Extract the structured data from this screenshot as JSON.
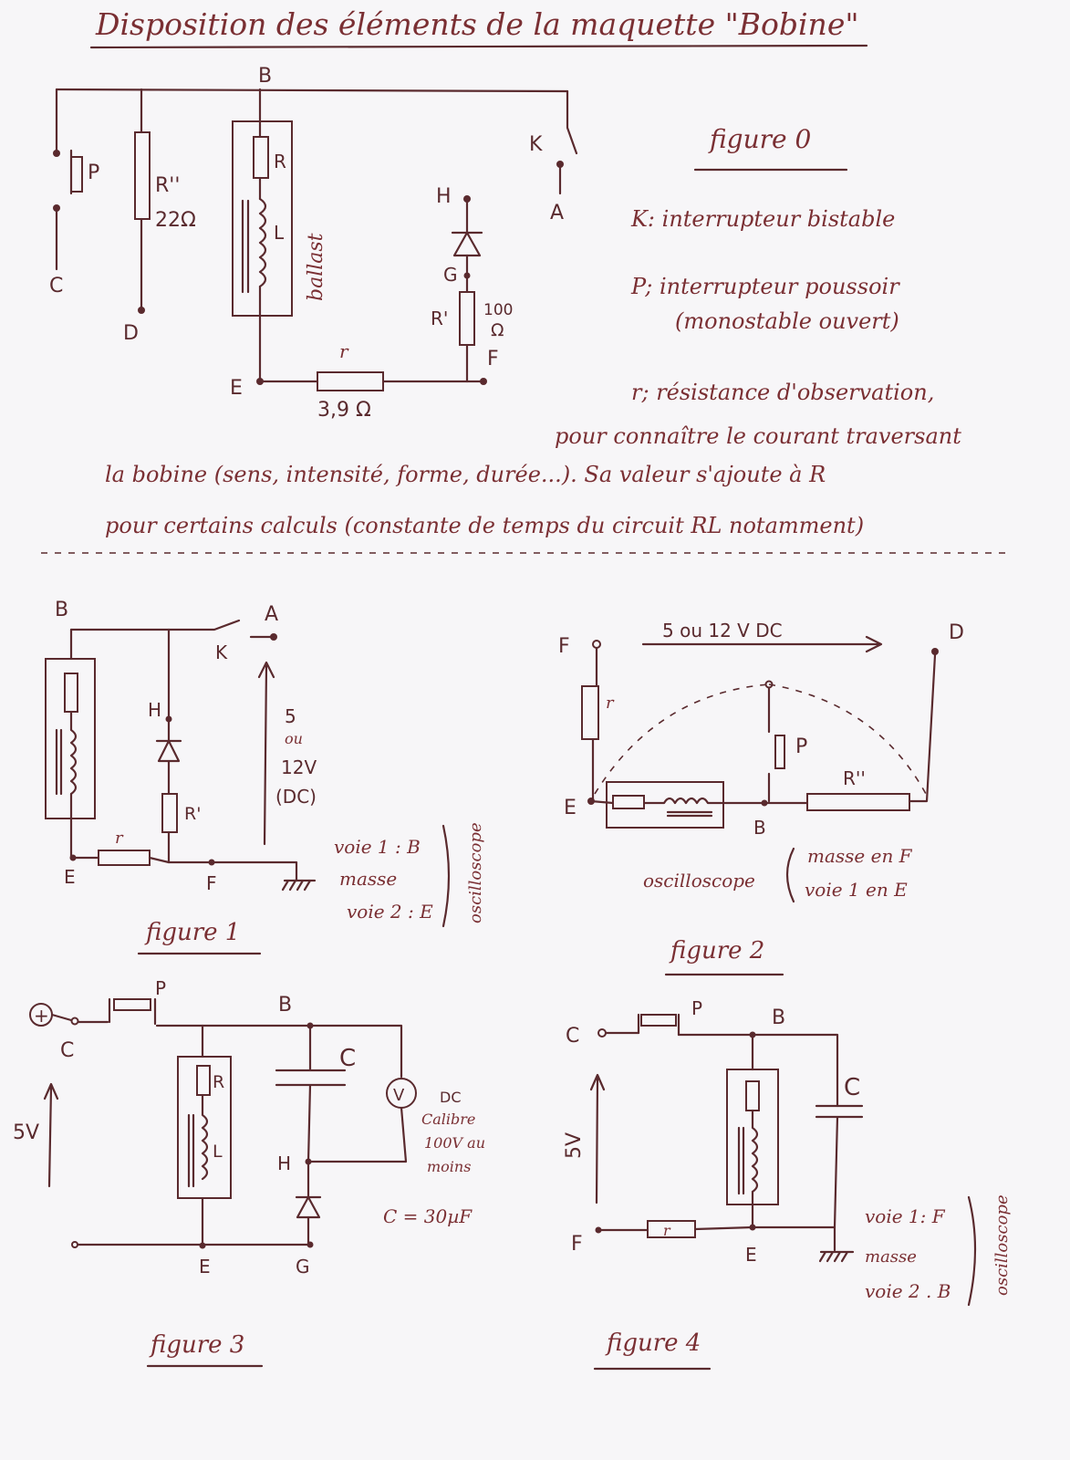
{
  "title": "Disposition des éléments de la maquette \"Bobine\"",
  "fig0": {
    "caption": "figure 0",
    "labels": {
      "B": "B",
      "C": "C",
      "D": "D",
      "E": "E",
      "F": "F",
      "G": "G",
      "H": "H",
      "A": "A",
      "K": "K",
      "P": "P",
      "Rpp": "R''",
      "Rpp_val": "22Ω",
      "R": "R",
      "L": "L",
      "ballast": "ballast",
      "Rp": "R'",
      "Rp_val1": "100",
      "Rp_val2": "Ω",
      "r": "r",
      "r_val": "3,9 Ω"
    },
    "legend": [
      "K: interrupteur bistable",
      "P; interrupteur poussoir",
      "(monostable ouvert)",
      "r; résistance d'observation,",
      "pour connaître le courant traversant"
    ],
    "note": [
      "la bobine (sens, intensité, forme, durée...). Sa valeur s'ajoute à R",
      "pour certains calculs (constante de temps du circuit RL notamment)"
    ]
  },
  "fig1": {
    "caption": "figure 1",
    "labels": {
      "B": "B",
      "A": "A",
      "K": "K",
      "H": "H",
      "Rp": "R'",
      "r": "r",
      "E": "E",
      "F": "F"
    },
    "voltage": [
      "5",
      "ou",
      "12V",
      "(DC)"
    ],
    "scope": [
      "voie 1 : B",
      "masse",
      "voie 2 : E"
    ],
    "scope_label": "oscilloscope"
  },
  "fig2": {
    "caption": "figure 2",
    "supply": "5 ou 12 V DC",
    "labels": {
      "F": "F",
      "D": "D",
      "r": "r",
      "P": "P",
      "Rpp": "R''",
      "E": "E",
      "B": "B"
    },
    "scope_label": "oscilloscope",
    "scope": [
      "masse en F",
      "voie 1 en E"
    ]
  },
  "fig3": {
    "caption": "figure 3",
    "labels": {
      "plus": "+",
      "C": "C",
      "P": "P",
      "B": "B",
      "R": "R",
      "L": "L",
      "Cap": "C",
      "H": "H",
      "E": "E",
      "G": "G",
      "V": "V",
      "volt": "5V"
    },
    "meter": [
      "DC",
      "Calibre",
      "100V au",
      "moins"
    ],
    "cap_value": "C = 30µF"
  },
  "fig4": {
    "caption": "figure 4",
    "labels": {
      "C": "C",
      "P": "P",
      "B": "B",
      "Cap": "C",
      "F": "F",
      "r": "r",
      "E": "E",
      "volt": "5V"
    },
    "scope": [
      "voie 1: F",
      "masse",
      "voie 2 . B"
    ],
    "scope_label": "oscilloscope"
  }
}
